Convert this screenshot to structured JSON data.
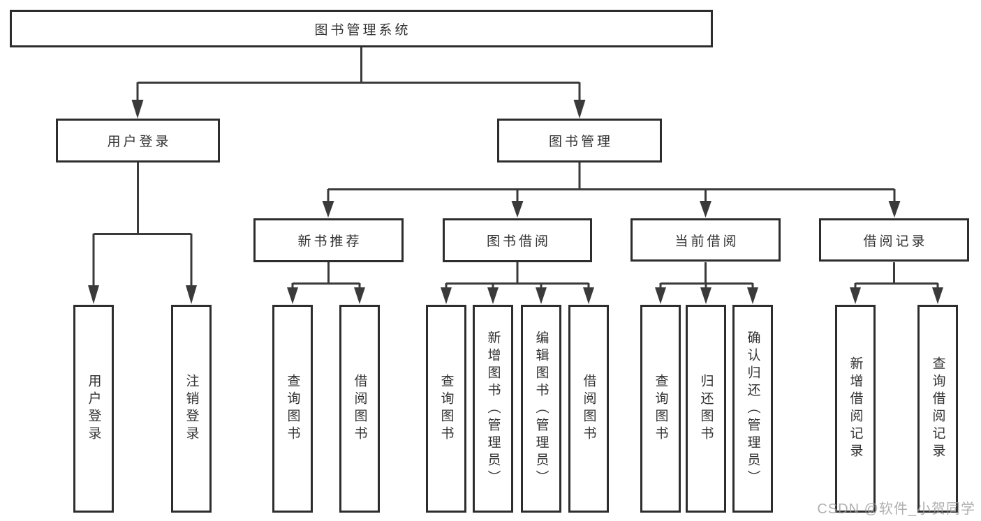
{
  "diagram": {
    "title": "图书管理系统",
    "level2": {
      "user_login": "用户登录",
      "book_mgmt": "图书管理"
    },
    "level3": {
      "new_books": "新书推荐",
      "book_borrow": "图书借阅",
      "current_borrow": "当前借阅",
      "borrow_records": "借阅记录"
    },
    "leaves": {
      "user_login": [
        "用户登录",
        "注销登录"
      ],
      "new_books": [
        "查询图书",
        "借阅图书"
      ],
      "book_borrow": [
        "查询图书",
        "新增图书（管理员）",
        "编辑图书（管理员）",
        "借阅图书"
      ],
      "current_borrow": [
        "查询图书",
        "归还图书",
        "确认归还（管理员）"
      ],
      "borrow_records": [
        "新增借阅记录",
        "查询借阅记录"
      ]
    }
  },
  "watermark": "CSDN @软件_小贺同学",
  "colors": {
    "line": "#3a3a3a",
    "box_border": "#2d2d2d",
    "text": "#333333",
    "watermark": "#9e9e9e",
    "background": "#ffffff"
  }
}
